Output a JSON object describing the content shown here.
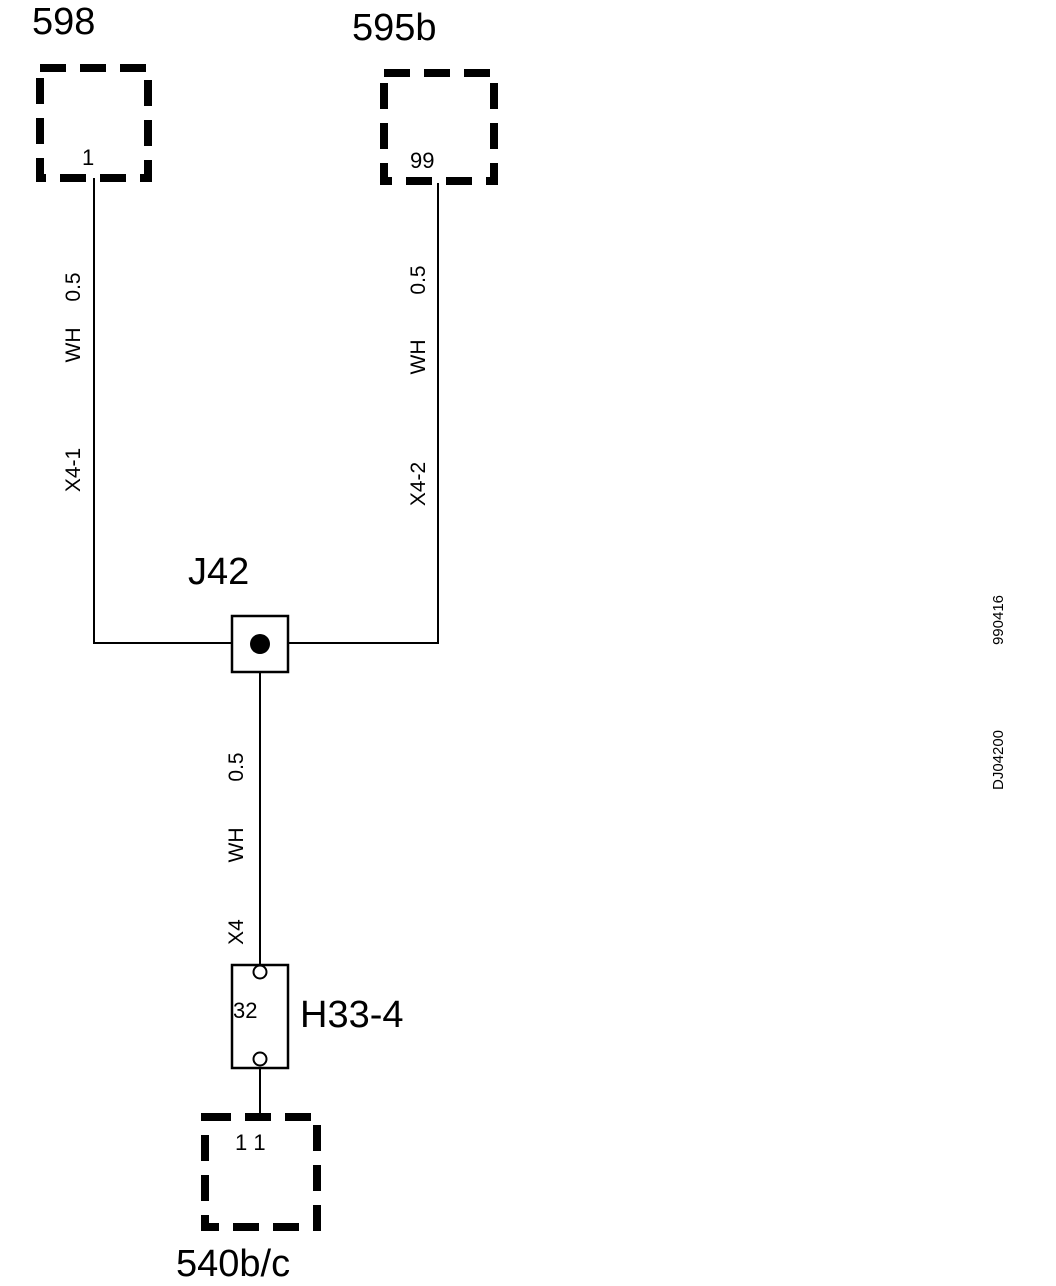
{
  "connectors": {
    "c598": {
      "name": "598",
      "pin": "1"
    },
    "c595b": {
      "name": "595b",
      "pin": "99"
    },
    "c540": {
      "name": "540b/c",
      "pin": "1 1"
    }
  },
  "wires": {
    "left": {
      "size": "0.5",
      "color": "WH",
      "id": "X4-1"
    },
    "right": {
      "size": "0.5",
      "color": "WH",
      "id": "X4-2"
    },
    "bottom": {
      "size": "0.5",
      "color": "WH",
      "id": "X4"
    }
  },
  "junction": {
    "name": "J42"
  },
  "splice": {
    "name": "H33-4",
    "pin": "32"
  },
  "codes": {
    "top": "990416",
    "bottom": "DJ04200"
  },
  "colors": {
    "ink": "#000000",
    "background": "#ffffff"
  }
}
